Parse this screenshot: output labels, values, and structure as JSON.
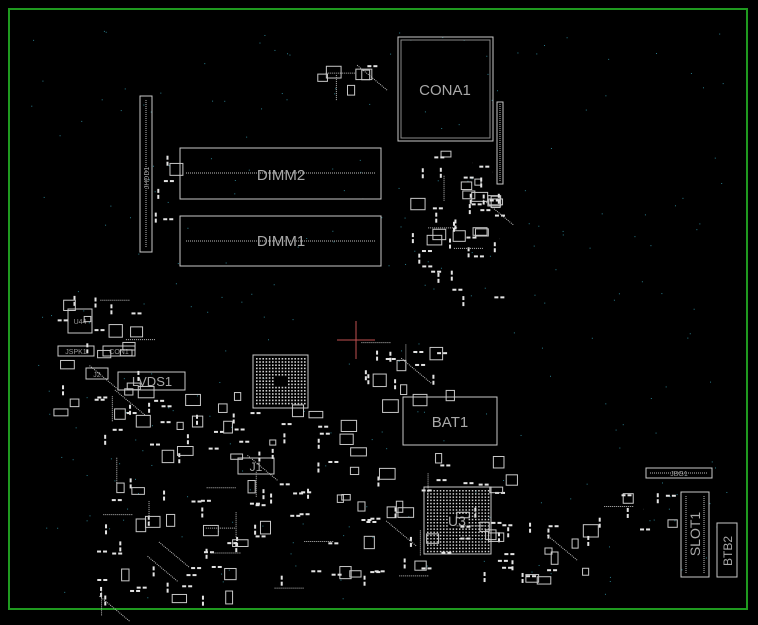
{
  "board": {
    "edge_color": "#1f9a1f",
    "background": "#000000",
    "outline_color": "#c8c8c8"
  },
  "components": {
    "cona1": "CONA1",
    "dimm2": "DIMM2",
    "dimm1": "DIMM1",
    "bat1": "BAT1",
    "lvds1": "LVDS1",
    "j1": "J1",
    "j2": "J2",
    "u3": "U3",
    "u44": "U44",
    "jspk1": "JSPK1",
    "con1": "CON1",
    "jhdd1": "JHDD1",
    "slot1": "SLOT1",
    "btb2": "BTB2",
    "jbg1": "JBG1"
  }
}
